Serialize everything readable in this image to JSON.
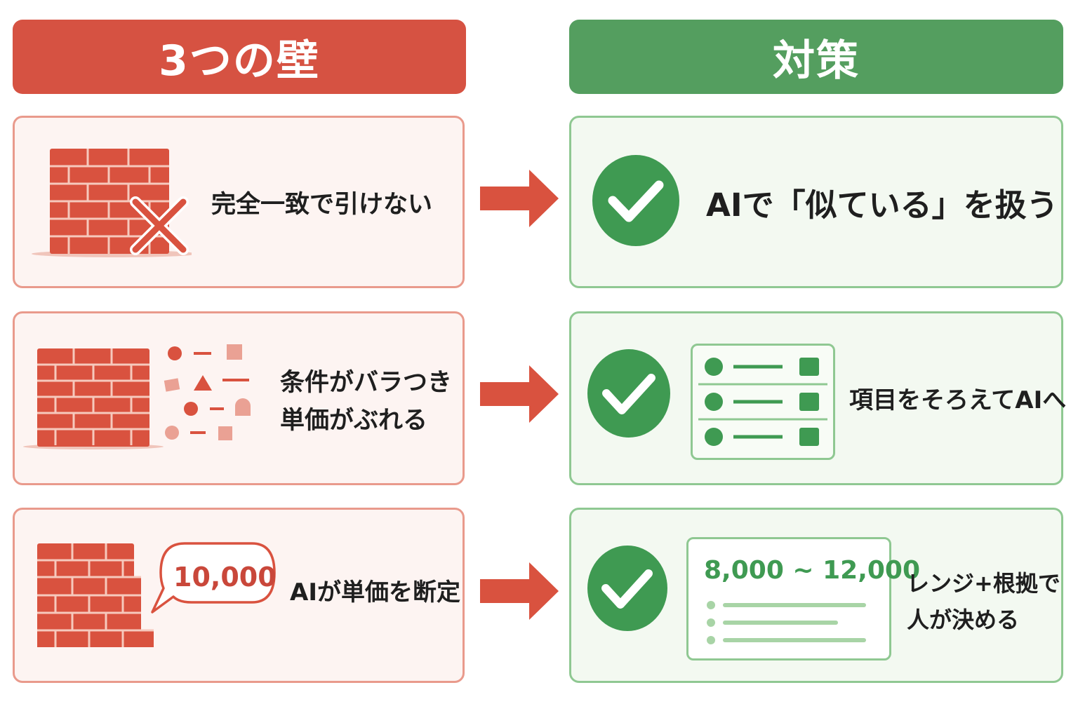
{
  "left_header": "3つの壁",
  "right_header": "対策",
  "rows": [
    {
      "wall_text": "完全一致で引けない",
      "fix_text": "AIで「似ている」を扱う"
    },
    {
      "wall_lines": [
        "条件がバラつき",
        "単価がぶれる"
      ],
      "fix_text": "項目をそろえてAIへ"
    },
    {
      "bubble_value": "10,000",
      "wall_text": "AIが単価を断定",
      "range_value": "8,000 ~ 12,000",
      "fix_lines": [
        "レンジ+根拠で",
        "人が決める"
      ]
    }
  ],
  "colors": {
    "red": "#d65242",
    "green": "#549e5f",
    "brick": "#d9523f",
    "red_bg": "#fdf4f2",
    "green_bg": "#f3f9f1"
  }
}
